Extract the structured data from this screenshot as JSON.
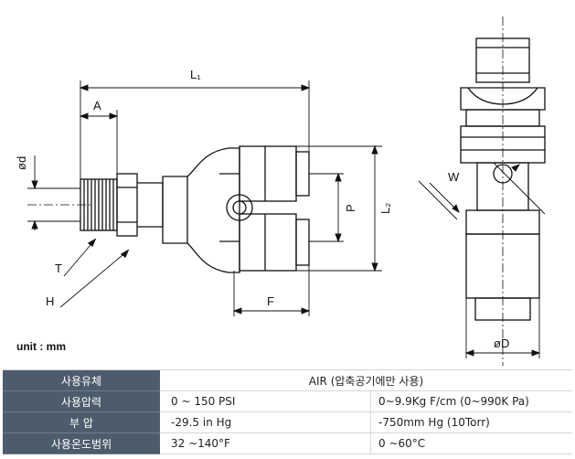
{
  "drawing": {
    "labels": {
      "L1": "L₁",
      "A": "A",
      "d": "ød",
      "T": "T",
      "H": "H",
      "P": "P",
      "L2": "L₂",
      "F": "F",
      "W": "W",
      "D": "øD"
    },
    "unit": "unit : mm"
  },
  "spec_table": {
    "rows": [
      {
        "label": "사용유체",
        "value": "AIR (압축공기에만 사용)"
      },
      {
        "label": "사용압력",
        "imperial": "0 ~ 150 PSI",
        "metric": "0~9.9Kg F/cm (0~990K Pa)"
      },
      {
        "label": "부 압",
        "imperial": "-29.5 in Hg",
        "metric": "-750mm Hg (10Torr)"
      },
      {
        "label": "사용온도범위",
        "imperial": "32 ~140°F",
        "metric": "0 ~60°C"
      }
    ]
  }
}
